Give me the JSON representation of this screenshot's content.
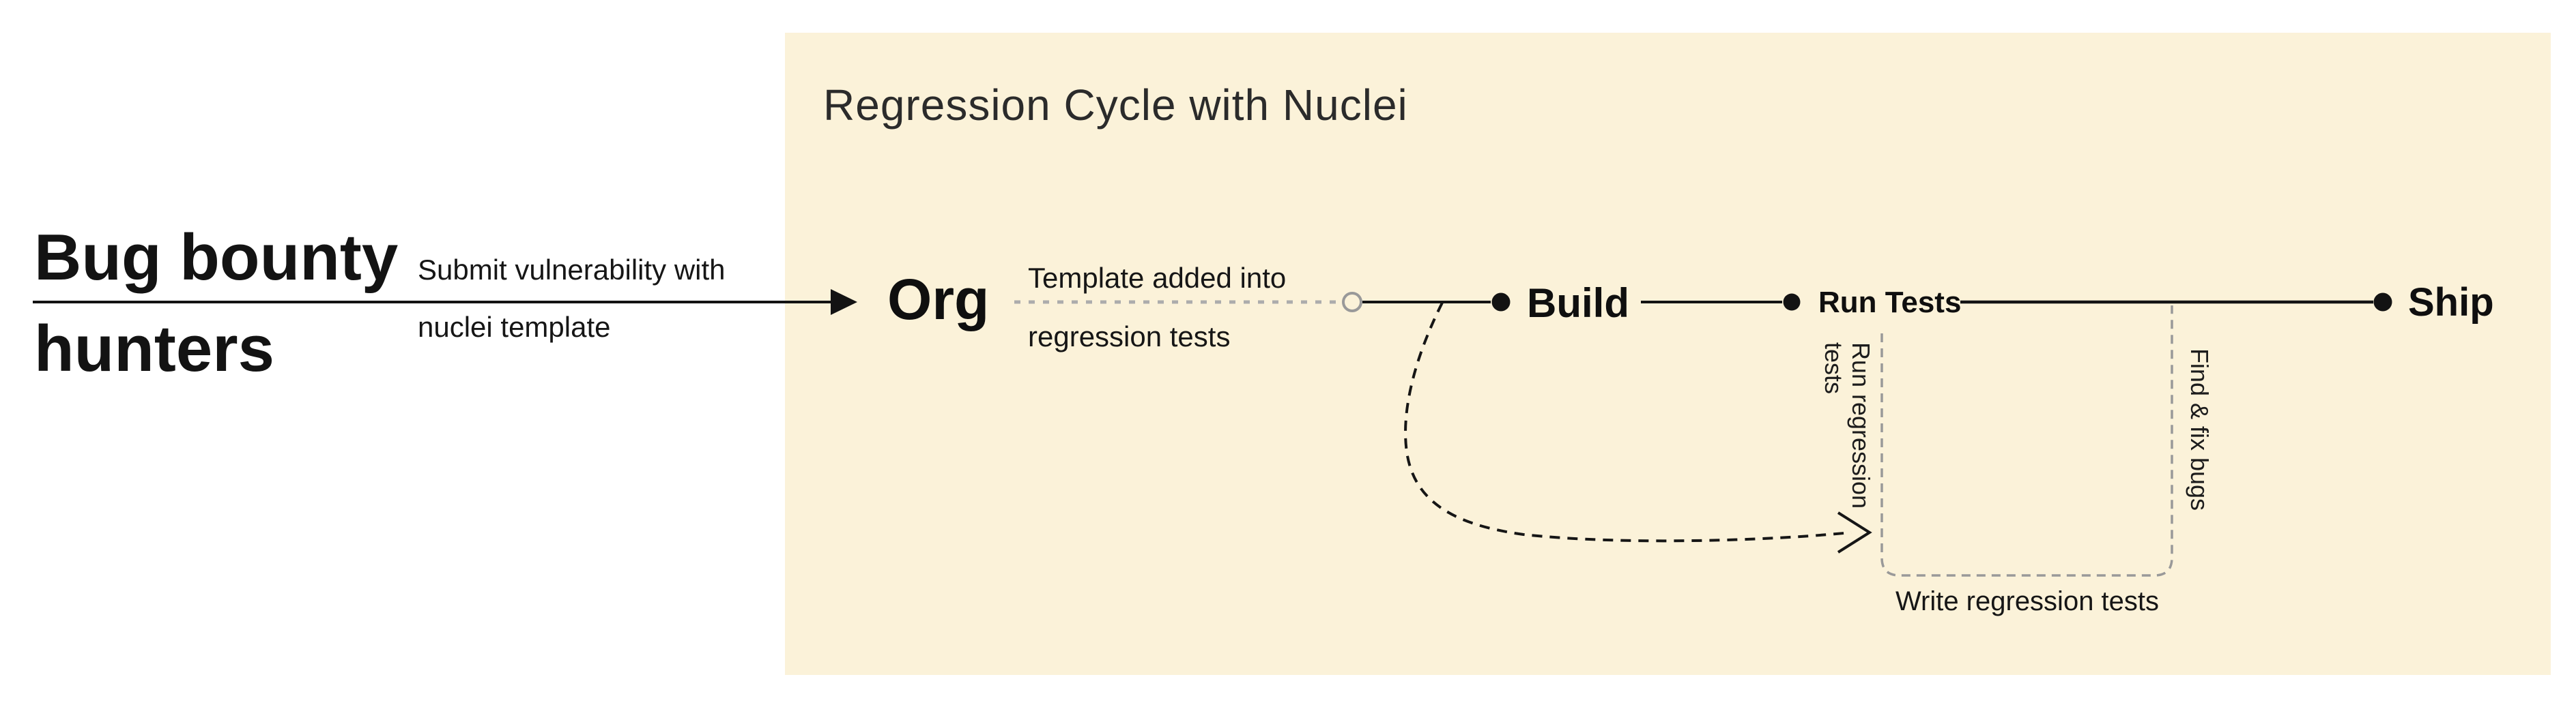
{
  "colors": {
    "background": "#ffffff",
    "panel_bg": "#FBF2D9",
    "ink": "#131313",
    "gray_dash": "#999999",
    "light_dotted": "#ACACAC"
  },
  "left_panel": {
    "heading_line1": "Bug bounty",
    "heading_line2": "hunters",
    "arrow_label_line1": "Submit vulnerability with",
    "arrow_label_line2": "nuclei template"
  },
  "cycle_panel": {
    "title": "Regression Cycle with Nuclei",
    "nodes": {
      "org": "Org",
      "build": "Build",
      "run_tests": "Run Tests",
      "ship": "Ship"
    },
    "labels": {
      "template_added_line1": "Template added into",
      "template_added_line2": "regression tests",
      "run_regression_vertical": "Run regression\ntests",
      "find_fix_vertical": "Find & fix bugs",
      "write_tests": "Write regression tests"
    }
  }
}
